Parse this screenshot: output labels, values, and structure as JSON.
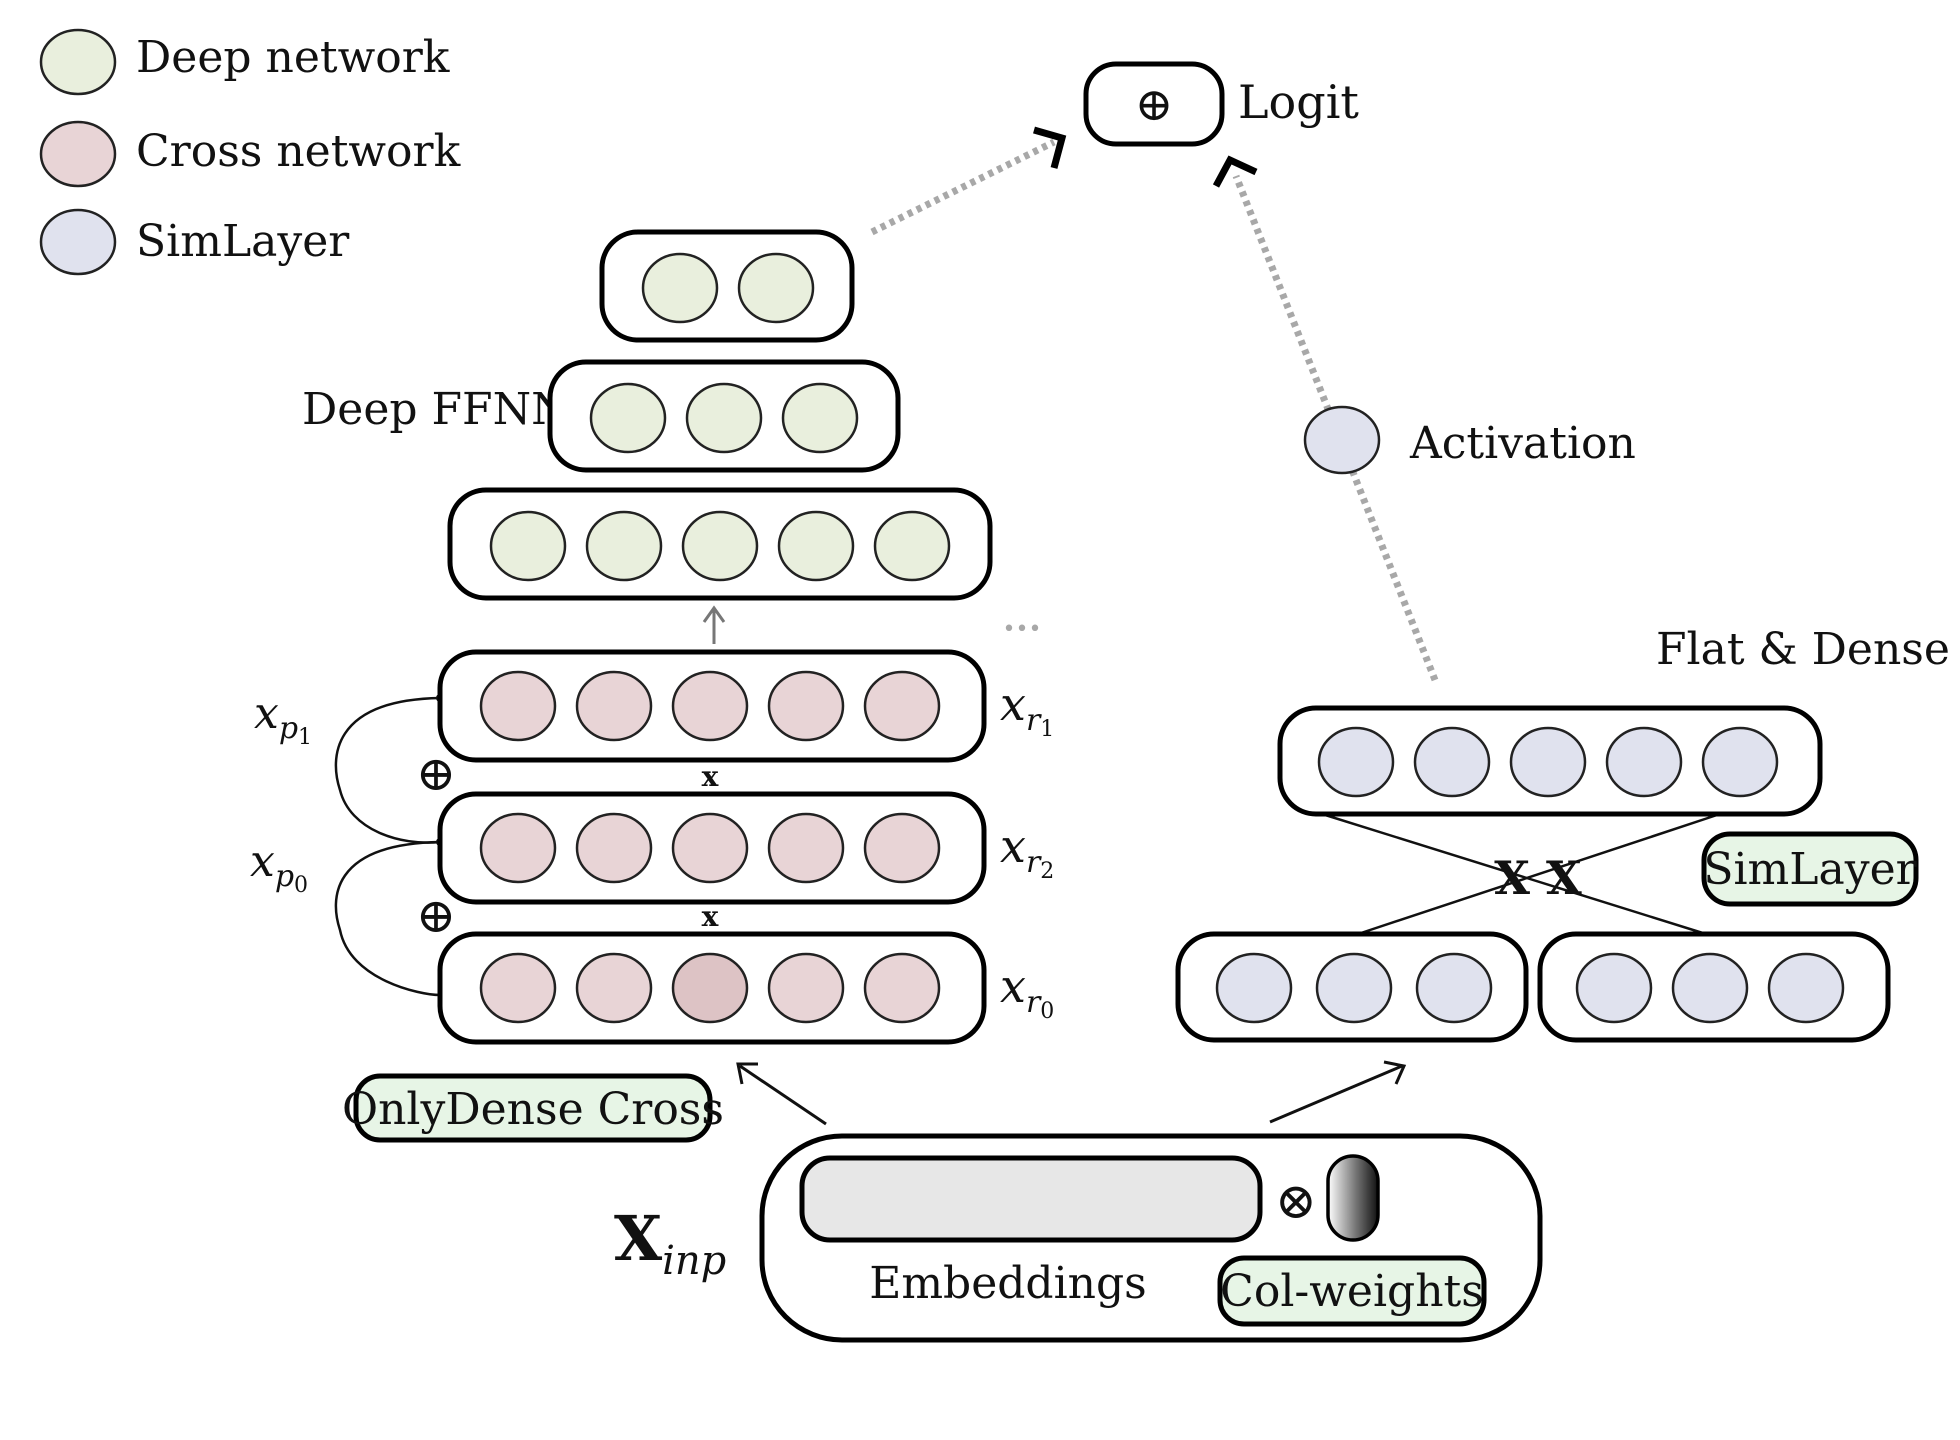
{
  "colors": {
    "deep": "#e9efdd",
    "cross": "#e8d4d6",
    "cross_highlight": "#ddc3c5",
    "sim": "#e0e2ee",
    "tag_fill": "#e7f5e6",
    "embed_fill": "#e7e7e7",
    "dotted_arrow": "#a8a8a8"
  },
  "legend": [
    {
      "label": "Deep network",
      "color_key": "deep"
    },
    {
      "label": "Cross network",
      "color_key": "cross"
    },
    {
      "label": "SimLayer",
      "color_key": "sim"
    }
  ],
  "logit": {
    "symbol": "⊕",
    "label": "Logit"
  },
  "deep_ffnn": {
    "label": "Deep FFNN",
    "layers": [
      2,
      3,
      5
    ]
  },
  "cross": {
    "row_labels": [
      {
        "var": "x",
        "sub": "r",
        "subsub": "1"
      },
      {
        "var": "x",
        "sub": "r",
        "subsub": "2"
      },
      {
        "var": "x",
        "sub": "r",
        "subsub": "0"
      }
    ],
    "side_labels": [
      {
        "var": "x",
        "sub": "p",
        "subsub": "1"
      },
      {
        "var": "x",
        "sub": "p",
        "subsub": "0"
      }
    ],
    "plus_symbol": "⊕",
    "times_symbol": "x",
    "ellipsis": "•••",
    "tag": "OnlyDense Cross"
  },
  "right": {
    "flat_label": "Flat & Dense",
    "activation_label": "Activation",
    "times_marks": "X X",
    "tag": "SimLayer"
  },
  "input": {
    "var": "X",
    "sub": "inp",
    "embeddings_label": "Embeddings",
    "otimes_symbol": "⊗",
    "tag": "Col-weights"
  }
}
